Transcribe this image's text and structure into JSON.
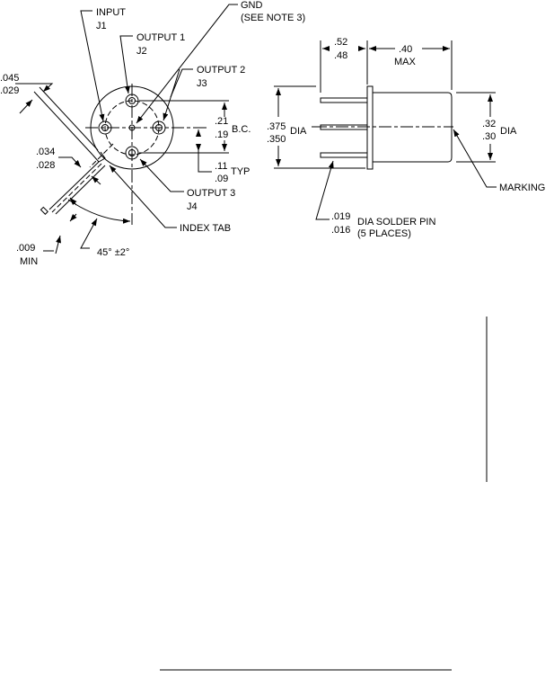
{
  "front_view": {
    "input": "INPUT",
    "input_j": "J1",
    "output1": "OUTPUT 1",
    "output1_j": "J2",
    "gnd": "GND",
    "gnd_note": "(SEE NOTE 3)",
    "output2": "OUTPUT 2",
    "output2_j": "J3",
    "output3": "OUTPUT 3",
    "output3_j": "J4",
    "index_tab": "INDEX TAB",
    "lead_w_max": ".045",
    "lead_w_min": ".029",
    "tab_max": ".034",
    "tab_min": ".028",
    "gap_min": ".009",
    "gap_label": "MIN",
    "angle": "45° ±2°",
    "bc_max": ".21",
    "bc_min": ".19",
    "bc_label": "B.C.",
    "typ_max": ".11",
    "typ_min": ".09",
    "typ_label": "TYP"
  },
  "side_view": {
    "pin_len_max": ".52",
    "pin_len_min": ".48",
    "body_len": ".40",
    "body_len_label": "MAX",
    "flange_max": ".375",
    "flange_min": ".350",
    "flange_label": "DIA",
    "body_max": ".32",
    "body_min": ".30",
    "body_label": "DIA",
    "marking": "MARKING",
    "pin_max": ".019",
    "pin_min": ".016",
    "pin_label": "DIA SOLDER PIN",
    "pin_count": "(5 PLACES)"
  }
}
